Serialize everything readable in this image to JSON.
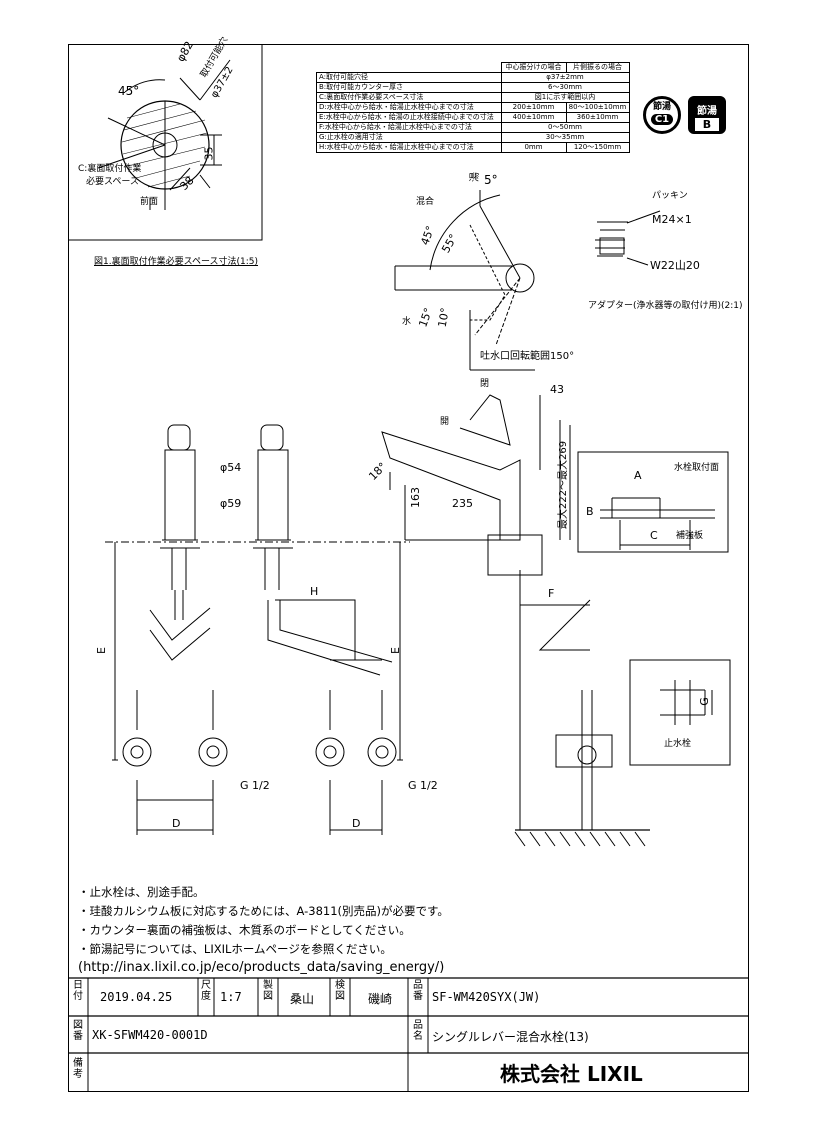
{
  "spec_table": {
    "headers": [
      "中心振分けの場合",
      "片側振るの場合"
    ],
    "rows": [
      {
        "label": "A:取付可能穴径",
        "center": "φ37±2mm",
        "side": ""
      },
      {
        "label": "B:取付可能カウンター厚さ",
        "center": "6～30mm",
        "side": ""
      },
      {
        "label": "C:裏面取付作業必要スペース寸法",
        "center": "図1に示す範囲以内",
        "side": ""
      },
      {
        "label": "D:水栓中心から給水・給湯止水栓中心までの寸法",
        "center": "200±10mm",
        "side": "80～100±10mm"
      },
      {
        "label": "E:水栓中心から給水・給湯の止水栓接続中心までの寸法",
        "center": "400±10mm",
        "side": "360±10mm"
      },
      {
        "label": "F:水栓中心から給水・給湯止水栓中心までの寸法",
        "center": "0～50mm",
        "side": ""
      },
      {
        "label": "G:止水栓の適用寸法",
        "center": "30～35mm",
        "side": ""
      },
      {
        "label": "H:水栓中心から給水・給湯止水栓中心までの寸法",
        "center": "0mm",
        "side": "120～150mm"
      }
    ]
  },
  "badges": {
    "g1_top": "節湯",
    "g1_code": "C1",
    "b_top": "節湯",
    "b_code": "B"
  },
  "fig1": {
    "angle": "45°",
    "diameter": "φ82",
    "hole_label": "取付可能穴",
    "hole_dim": "φ37±2",
    "dim_35": "35",
    "dim_38": "38",
    "space_label_1": "C:裏面取付作業",
    "space_label_2": "必要スペース",
    "front": "前面",
    "caption": "図1.裏面取付作業必要スペース寸法(1:5)"
  },
  "rotation": {
    "hot": "湯",
    "angle_5": "5°",
    "mix": "混合",
    "angle_45": "45°",
    "angle_55": "55°",
    "water": "水",
    "angle_15": "15°",
    "angle_10": "10°",
    "spout_range": "吐水口回転範囲150°"
  },
  "adapter": {
    "packing": "パッキン",
    "thread1": "M24×1",
    "thread2": "W22山20",
    "caption": "アダプター(浄水器等の取付け用)(2:1)"
  },
  "front_view": {
    "d54": "φ54",
    "d59": "φ59",
    "e": "E",
    "g": "G 1/2",
    "d": "D",
    "h": "H",
    "e2": "E",
    "g2": "G 1/2",
    "d2": "D"
  },
  "side_view": {
    "close": "閉",
    "open": "開",
    "d43": "43",
    "d18": "18°",
    "d163": "163",
    "d235": "235",
    "height": "最大222～最大269"
  },
  "detail": {
    "a": "A",
    "b": "B",
    "c": "C",
    "mount_face": "水栓取付面",
    "reinforce": "補強板",
    "f": "F",
    "g": "G",
    "stop_valve": "止水栓"
  },
  "notes": [
    "・止水栓は、別途手配。",
    "・珪酸カルシウム板に対応するためには、A-3811(別売品)が必要です。",
    "・カウンター裏面の補強板は、木質系のボードとしてください。",
    "・節湯記号については、LIXILホームページを参照ください。",
    "(http://inax.lixil.co.jp/eco/products_data/saving_energy/)"
  ],
  "title_block": {
    "date_label": "日付",
    "date": "2019.04.25",
    "scale_label": "尺度",
    "scale": "1:7",
    "drawn_label": "製図",
    "drawn": "桑山",
    "checked_label": "検図",
    "checked": "磯崎",
    "product_no_label": "品番",
    "product_no": "SF-WM420SYX(JW)",
    "drawing_no_label": "図番",
    "drawing_no": "XK-SFWM420-0001D",
    "product_name_label": "品名",
    "product_name": "シングルレバー混合水栓(13)",
    "remarks_label": "備考",
    "company": "株式会社 LIXIL"
  }
}
